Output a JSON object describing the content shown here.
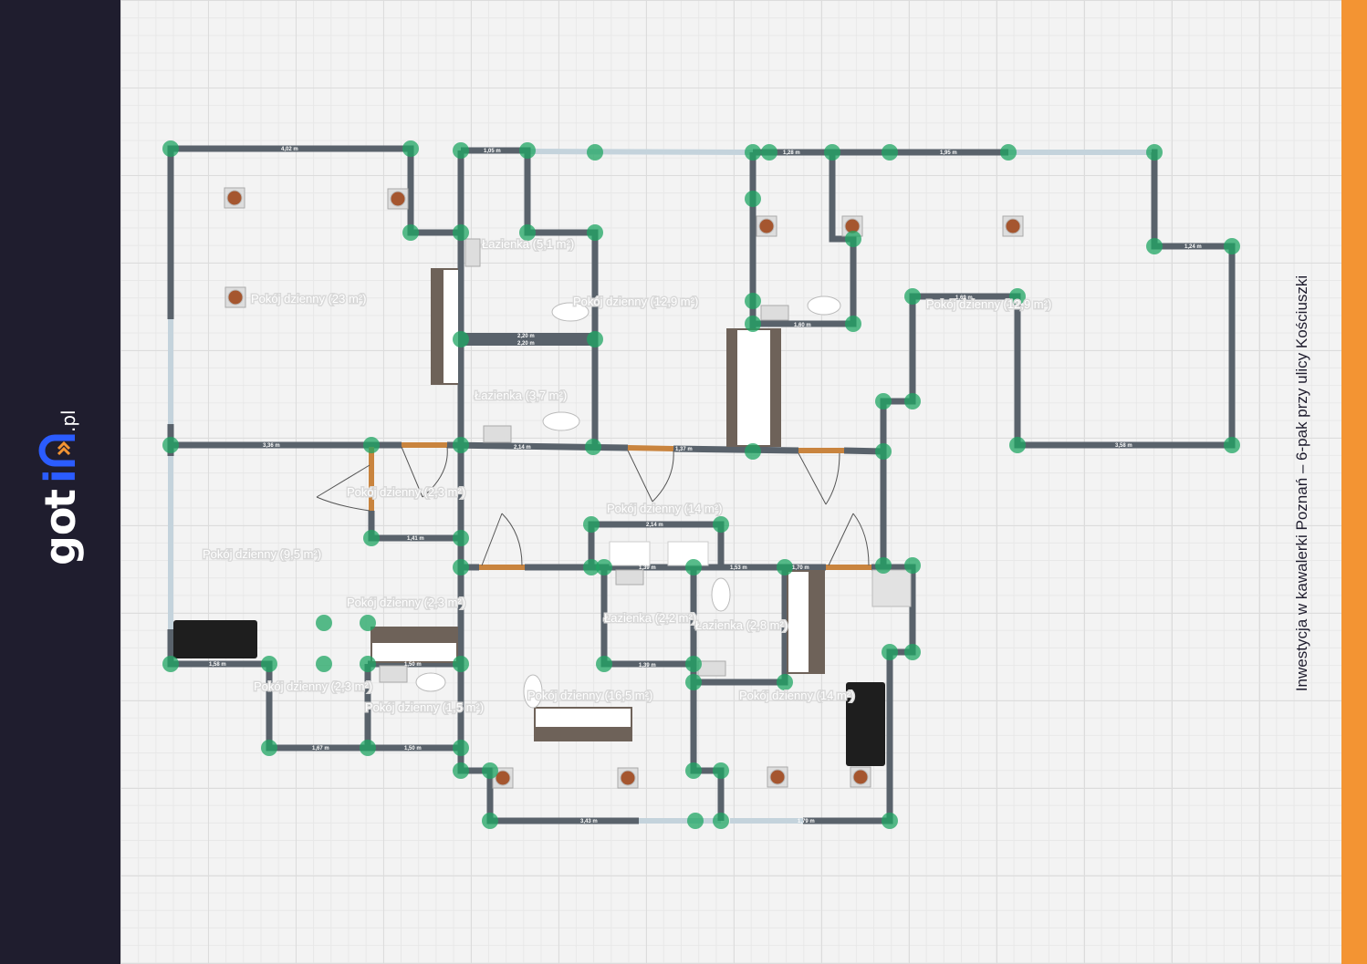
{
  "brand": {
    "logo_text": "gotin",
    "logo_suffix": ".pl",
    "colors": {
      "sidebar": "#1f1d2e",
      "accent": "#f39433",
      "logo_blue": "#2b5cff"
    }
  },
  "title": "Inwestycja w kawalerki Poznań – 6-pak przy ulicy Kościuszki",
  "rooms": [
    "Pokój dzienny (23 m²)",
    "Łazienka (5,1 m²)",
    "Pokój dzienny (12,9 m²)",
    "Łazienka (3,7 m²)",
    "Pokój dzienny (12,9 m²)",
    "Pokój dzienny (2,3 m²)",
    "Pokój dzienny (14 m²)",
    "Pokój dzienny (9,5 m²)",
    "Pokój dzienny (2,3 m²)",
    "Łazienka (2,2 m²)",
    "Łazienka (2,8 m²)",
    "Pokój dzienny (2,3 m²)",
    "Pokój dzienny (1,5 m²)",
    "Pokój dzienny (16,5 m²)",
    "Pokój dzienny (14 m²)"
  ],
  "dimensions": [
    "4,02 m",
    "1,05 m",
    "1,28 m",
    "1,95 m",
    "1,24 m",
    "2,20 m",
    "3,36 m",
    "2,14 m",
    "1,37 m",
    "1,60 m",
    "1,69 m",
    "3,58 m",
    "1,41 m",
    "1,58 m",
    "1,67 m",
    "1,50 m",
    "1,39 m",
    "1,53 m",
    "1,70 m",
    "3,43 m",
    "1,79 m",
    "2,14 m",
    "1,39 m",
    "1,50 m",
    "2,20 m"
  ]
}
